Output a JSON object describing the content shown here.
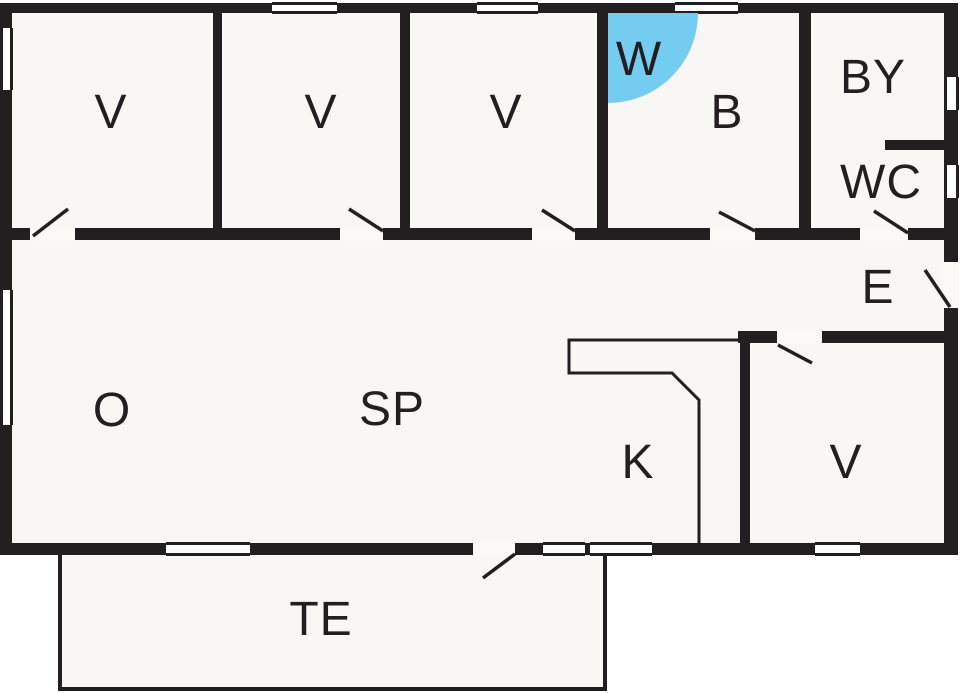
{
  "plan": {
    "type": "floor-plan",
    "colors": {
      "wall": "#231f20",
      "water_feature": "#74cdf0",
      "floor": "#f9f7f4",
      "paper": "#ffffff"
    },
    "rooms": {
      "bedroom_1": {
        "label": "V"
      },
      "bedroom_2": {
        "label": "V"
      },
      "bedroom_3": {
        "label": "V"
      },
      "wet_area": {
        "label": "W"
      },
      "bathroom": {
        "label": "B"
      },
      "utility": {
        "label": "BY"
      },
      "wc": {
        "label": "WC"
      },
      "entrance": {
        "label": "E"
      },
      "living_room": {
        "label": "O"
      },
      "dining_area": {
        "label": "SP"
      },
      "kitchen": {
        "label": "K"
      },
      "bedroom_4": {
        "label": "V"
      },
      "terrace": {
        "label": "TE"
      }
    }
  }
}
